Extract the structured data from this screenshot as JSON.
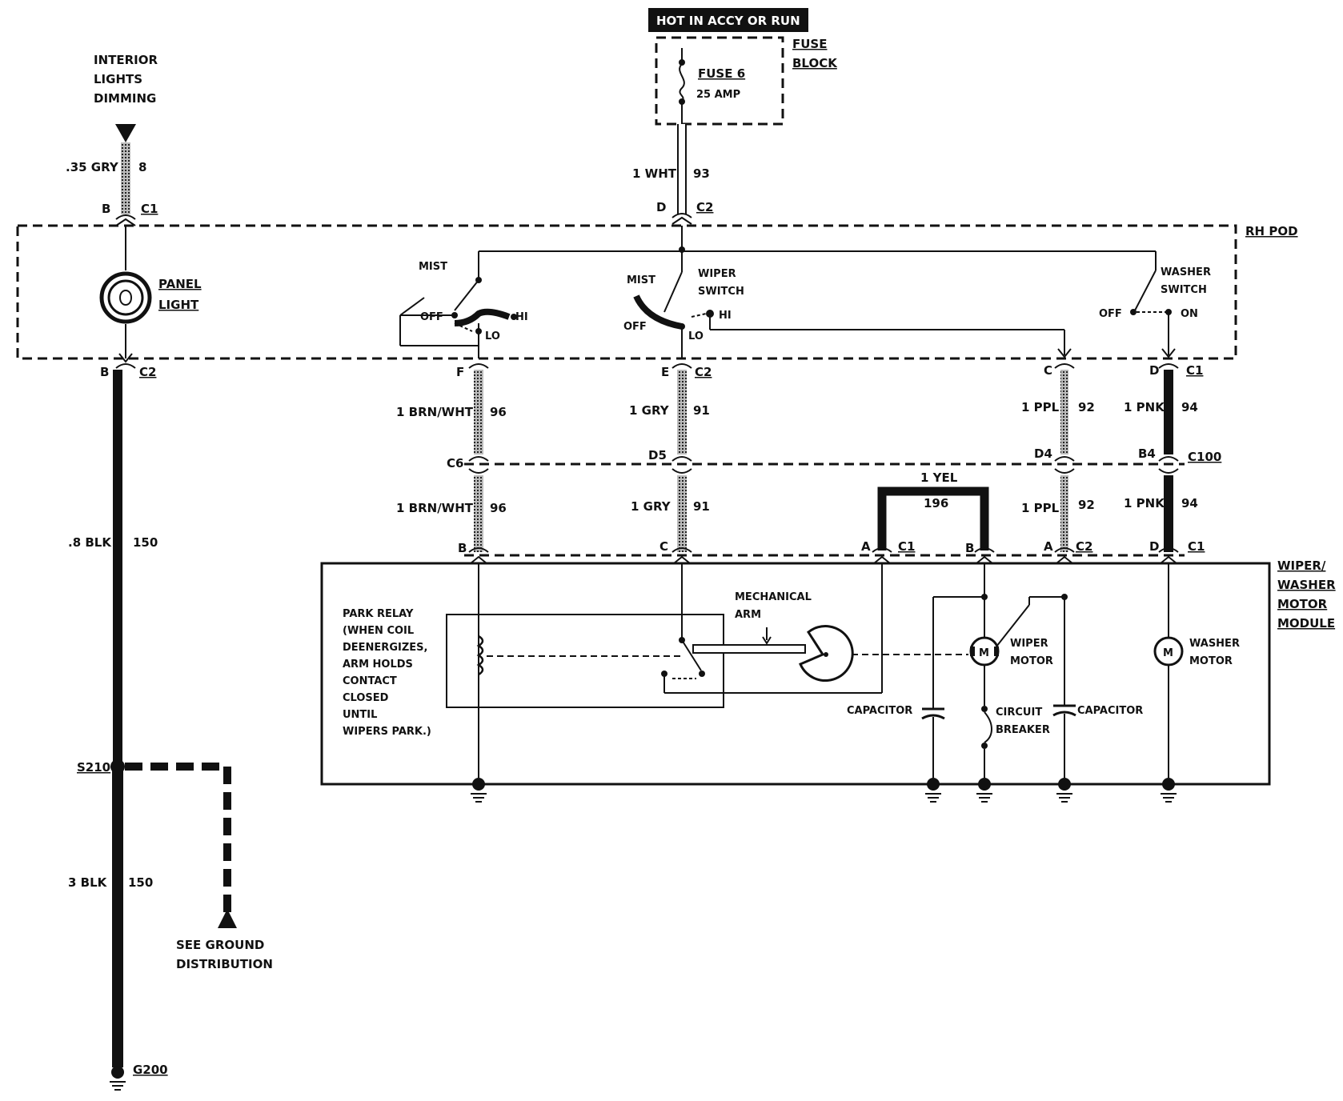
{
  "banner": "HOT IN ACCY OR RUN",
  "fuse_block": {
    "title_1": "FUSE",
    "title_2": "BLOCK",
    "fuse_name": "FUSE 6",
    "fuse_rating": "25 AMP"
  },
  "dimming": {
    "line1": "INTERIOR",
    "line2": "LIGHTS",
    "line3": "DIMMING"
  },
  "rh_pod": "RH POD",
  "panel_light": {
    "line1": "PANEL",
    "line2": "LIGHT"
  },
  "wiper_switch": {
    "line1": "WIPER",
    "line2": "SWITCH",
    "mist_left": "MIST",
    "mist_center": "MIST",
    "off_left": "OFF",
    "off_center": "OFF",
    "hi_left": "HI",
    "hi_center": "HI",
    "lo_left": "LO",
    "lo_center": "LO"
  },
  "washer_switch": {
    "line1": "WASHER",
    "line2": "SWITCH",
    "off": "OFF",
    "on": "ON"
  },
  "wires": {
    "gry_035": ".35 GRY",
    "gry_035_num": "8",
    "wht_1": "1 WHT",
    "wht_1_num": "93",
    "brn_upper": "1 BRN/WHT",
    "brn_upper_num": "96",
    "brn_lower": "1 BRN/WHT",
    "brn_lower_num": "96",
    "gry_upper": "1 GRY",
    "gry_upper_num": "91",
    "gry_lower": "1 GRY",
    "gry_lower_num": "91",
    "ppl_upper": "1 PPL",
    "ppl_upper_num": "92",
    "ppl_lower": "1 PPL",
    "ppl_lower_num": "92",
    "pnk_upper": "1 PNK",
    "pnk_upper_num": "94",
    "pnk_lower": "1 PNK",
    "pnk_lower_num": "94",
    "yel": "1 YEL",
    "yel_num": "196",
    "blk_08": ".8 BLK",
    "blk_08_num": "150",
    "blk_3": "3 BLK",
    "blk_3_num": "150"
  },
  "connectors": {
    "c1_top_pin": "B",
    "c1_top": "C1",
    "c2_top_pin": "D",
    "c2_top": "C2",
    "c2_pod_pin": "B",
    "c2_pod": "C2",
    "pod_f": "F",
    "pod_e": "E",
    "pod_c2": "C2",
    "pod_c": "C",
    "pod_d": "D",
    "pod_c1": "C1",
    "c6": "C6",
    "d5": "D5",
    "d4": "D4",
    "b4": "B4",
    "c100": "C100",
    "mod_b": "B",
    "mod_c": "C",
    "mod_a1": "A",
    "mod_c1a": "C1",
    "mod_b2": "B",
    "mod_a2": "A",
    "mod_c2": "C2",
    "mod_d": "D",
    "mod_c1b": "C1"
  },
  "module": {
    "line1": "WIPER/",
    "line2": "WASHER",
    "line3": "MOTOR",
    "line4": "MODULE"
  },
  "park_relay": {
    "lines": [
      "PARK RELAY",
      "(WHEN COIL",
      "DEENERGIZES,",
      "ARM HOLDS",
      "CONTACT",
      "CLOSED",
      "UNTIL",
      "WIPERS PARK.)"
    ]
  },
  "mech_arm": {
    "line1": "MECHANICAL",
    "line2": "ARM"
  },
  "capacitor_left": "CAPACITOR",
  "capacitor_right": "CAPACITOR",
  "circuit_breaker": {
    "line1": "CIRCUIT",
    "line2": "BREAKER"
  },
  "wiper_motor": {
    "line1": "WIPER",
    "line2": "MOTOR",
    "symbol": "M"
  },
  "washer_motor": {
    "line1": "WASHER",
    "line2": "MOTOR",
    "symbol": "M"
  },
  "splice": "S210",
  "ground_ref": {
    "line1": "SEE GROUND",
    "line2": "DISTRIBUTION"
  },
  "ground": "G200"
}
